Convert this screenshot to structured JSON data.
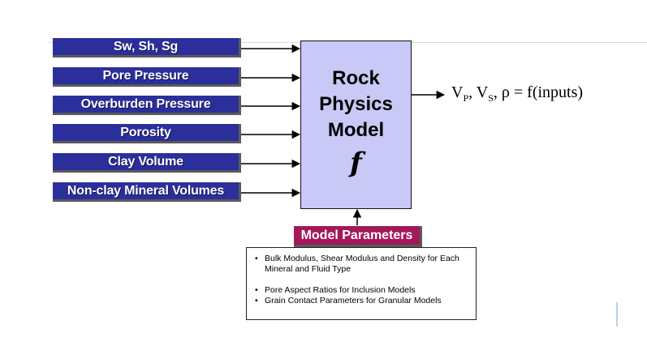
{
  "inputs": [
    "Sw,  Sh,  Sg",
    "Pore Pressure",
    "Overburden Pressure",
    "Porosity",
    "Clay Volume",
    "Non-clay Mineral Volumes"
  ],
  "model": {
    "line1": "Rock",
    "line2": "Physics",
    "line3": "Model",
    "symbol": "f"
  },
  "output": {
    "v1": "V",
    "v1_sub": "P",
    "sep1": ", ",
    "v2": "V",
    "v2_sub": "S",
    "rest": ", ρ = f(inputs)"
  },
  "parameters": {
    "title": "Model Parameters",
    "items": [
      "Bulk Modulus, Shear Modulus and Density for Each Mineral and Fluid Type",
      "Pore Aspect Ratios for Inclusion Models",
      "Grain Contact Parameters for Granular Models"
    ],
    "bullet": "•"
  },
  "colors": {
    "input_box": "#2b2f9b",
    "model_box": "#c9c9f7",
    "parameters_box": "#a3195b"
  }
}
